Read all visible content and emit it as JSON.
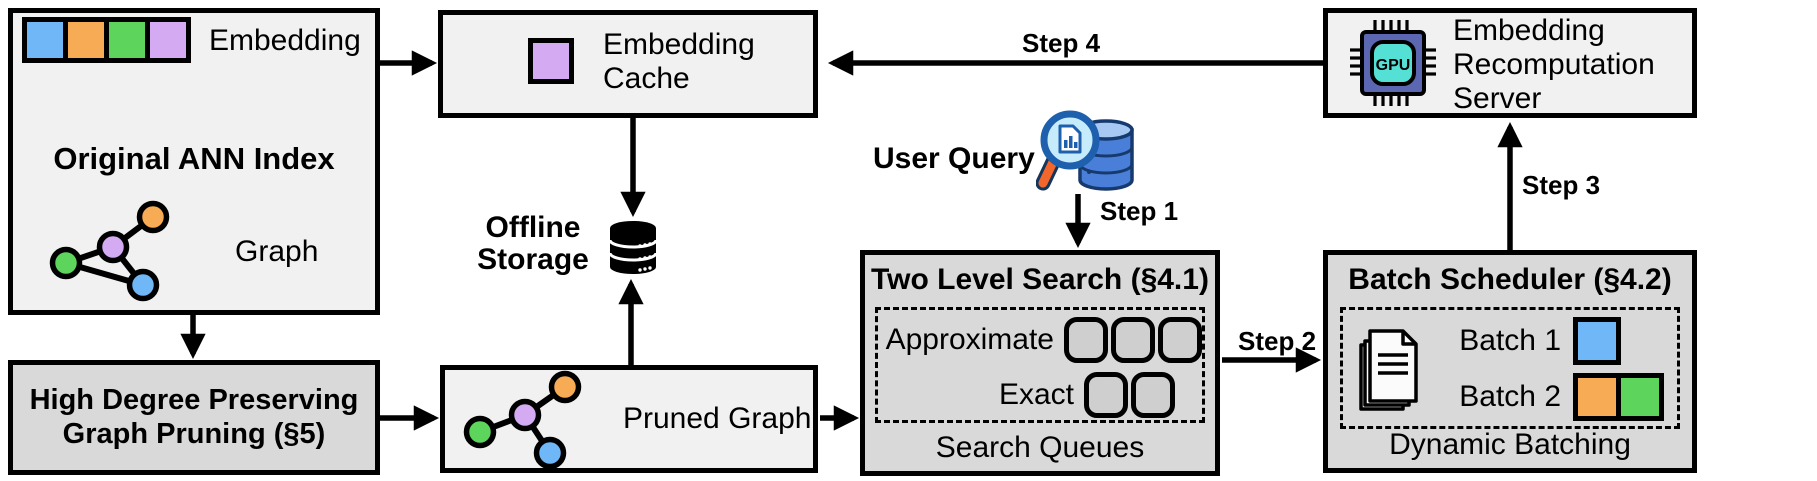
{
  "colors": {
    "blue": "#6fb7f7",
    "orange": "#f7ab55",
    "green": "#5dd55d",
    "purple": "#d4aaf2",
    "box_light": "#f1f1f1",
    "box_dark": "#d9d9d9",
    "slot_fill": "#cfcfcf",
    "chip_body": "#5b67b0",
    "chip_core": "#55e0d6"
  },
  "original_index": {
    "title": "Original ANN Index",
    "embedding_label": "Embedding",
    "graph_label": "Graph",
    "embedding_cells": [
      "blue",
      "orange",
      "green",
      "purple"
    ]
  },
  "embedding_cache": {
    "label": "Embedding\nCache"
  },
  "offline_storage": {
    "label": "Offline\nStorage"
  },
  "graph_pruning": {
    "label": "High Degree Preserving\nGraph Pruning (§5)"
  },
  "pruned_graph": {
    "label": "Pruned Graph"
  },
  "user_query": {
    "label": "User Query"
  },
  "two_level_search": {
    "title": "Two Level Search (§4.1)",
    "approximate_label": "Approximate",
    "approximate_slots": 3,
    "exact_label": "Exact",
    "exact_slots": 2,
    "caption": "Search Queues"
  },
  "batch_scheduler": {
    "title": "Batch Scheduler (§4.2)",
    "batch1_label": "Batch 1",
    "batch2_label": "Batch 2",
    "caption": "Dynamic Batching"
  },
  "recomputation_server": {
    "label": "Embedding\nRecomputation\nServer",
    "chip_label": "GPU"
  },
  "steps": {
    "step1": "Step 1",
    "step2": "Step 2",
    "step3": "Step 3",
    "step4": "Step 4"
  }
}
